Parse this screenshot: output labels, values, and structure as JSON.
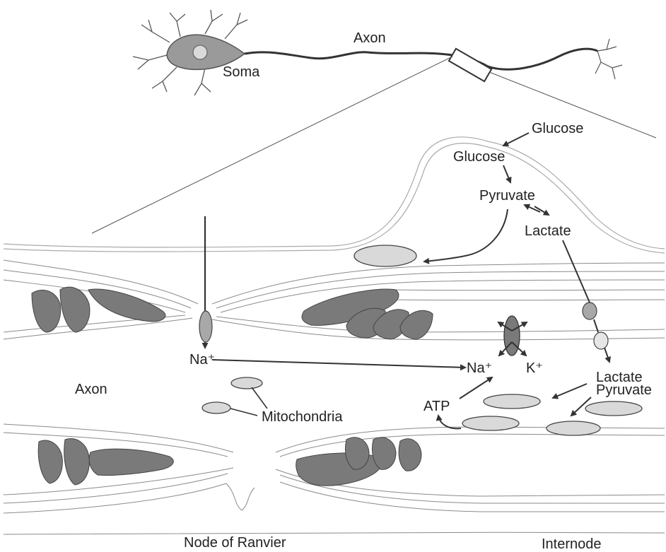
{
  "labels": {
    "soma": "Soma",
    "axon_top": "Axon",
    "axon_left": "Axon",
    "glucose_outer": "Glucose",
    "glucose_inner": "Glucose",
    "pyruvate_top": "Pyruvate",
    "lactate_top": "Lactate",
    "na_left": "Na⁺",
    "na_right": "Na⁺",
    "k": "K⁺",
    "lactate_right": "Lactate",
    "pyruvate_right": "Pyruvate",
    "atp": "ATP",
    "mitochondria": "Mitochondria",
    "node_of_ranvier": "Node of Ranvier",
    "internode": "Internode"
  },
  "colors": {
    "line": "#333333",
    "myelin_line": "#8a8a8a",
    "myelin_fill": "#7a7a7a",
    "soma_fill": "#9a9a9a",
    "mito_fill": "#d9d9d9",
    "channel_fill": "#a8a8a8"
  }
}
